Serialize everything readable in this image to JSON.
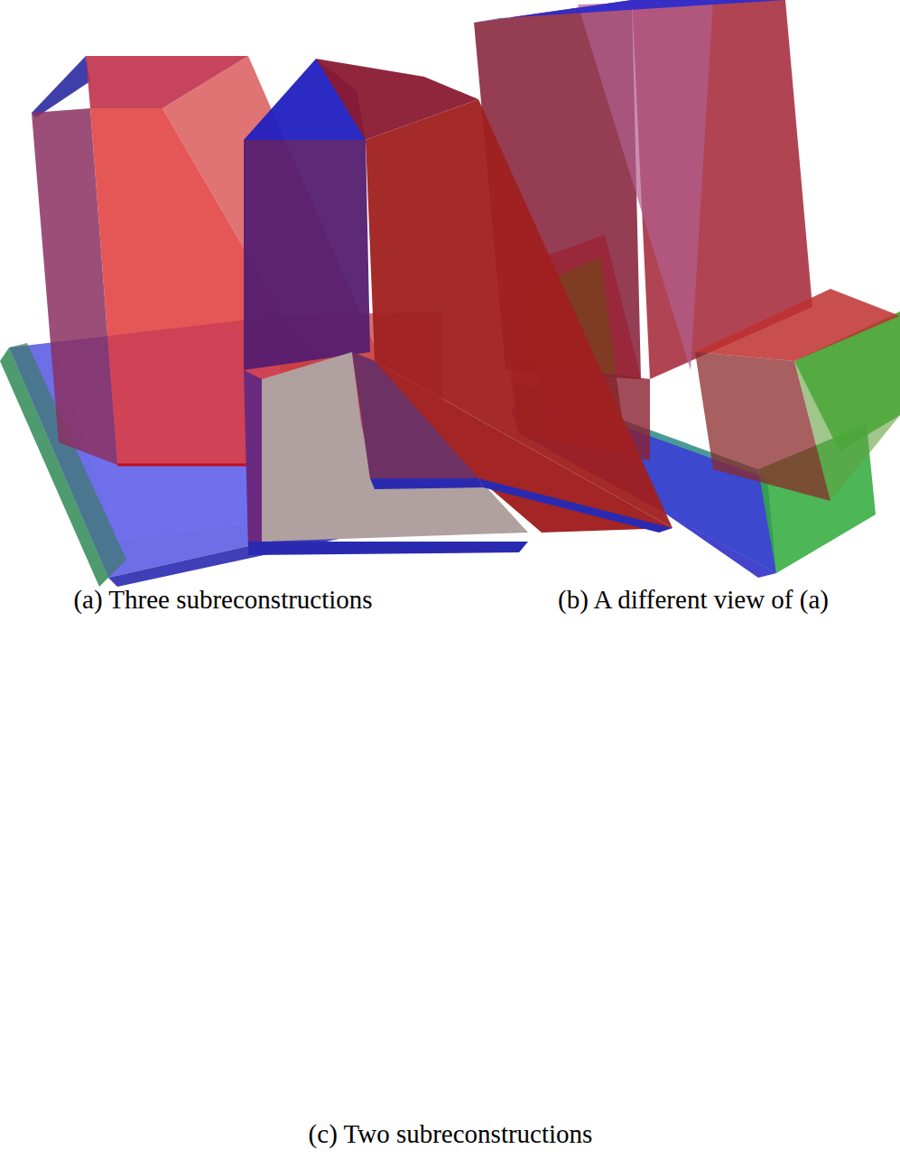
{
  "diagram": {
    "labels": [
      "(a) Three subreconstructions",
      "(b) A different view of (a)",
      "(c) Two subreconstructions"
    ]
  }
}
